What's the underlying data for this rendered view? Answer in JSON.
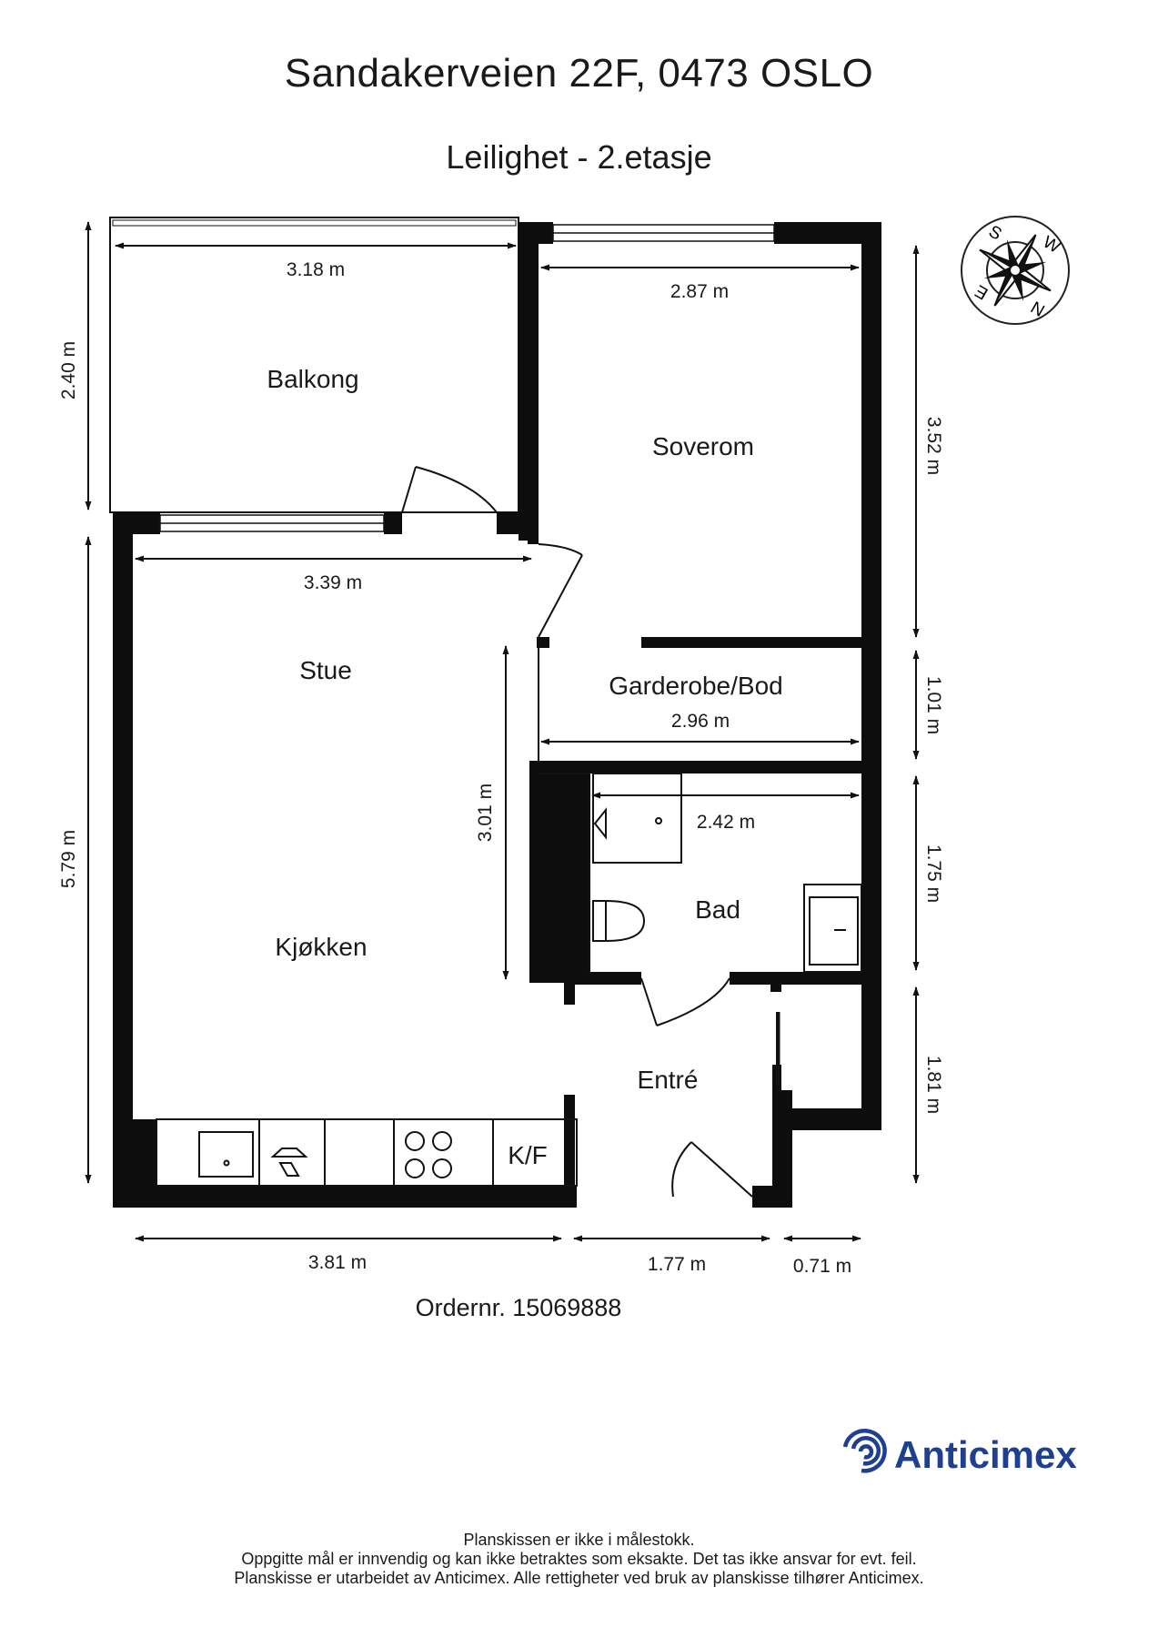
{
  "header": {
    "address": "Sandakerveien 22F, 0473 OSLO",
    "subtitle": "Leilighet - 2.etasje"
  },
  "rooms": {
    "balcony": "Balkong",
    "bedroom": "Soverom",
    "living": "Stue",
    "wardrobe": "Garderobe/Bod",
    "bath": "Bad",
    "kitchen": "Kjøkken",
    "entry": "Entré",
    "fridge": "K/F"
  },
  "dimensions": {
    "balcony_width": "3.18 m",
    "balcony_depth": "2.40 m",
    "bedroom_width": "2.87 m",
    "bedroom_depth": "3.52 m",
    "living_width": "3.39 m",
    "living_depth_total": "5.79 m",
    "kitchen_depth": "3.01 m",
    "wardrobe_width": "2.96 m",
    "wardrobe_depth": "1.01 m",
    "bath_width": "2.42 m",
    "bath_depth": "1.75 m",
    "entry_depth": "1.81 m",
    "bottom_left": "3.81 m",
    "bottom_mid": "1.77 m",
    "bottom_right": "0.71 m"
  },
  "compass": {
    "letters": [
      "S",
      "W",
      "N",
      "E"
    ]
  },
  "order_number": "Ordernr. 15069888",
  "brand": {
    "name": "Anticimex",
    "color": "#1f3f93"
  },
  "footer": {
    "line1": "Planskissen er ikke i målestokk.",
    "line2": "Oppgitte mål er innvendig og kan ikke betraktes som eksakte. Det tas ikke ansvar for evt. feil.",
    "line3": "Planskisse er utarbeidet av Anticimex. Alle rettigheter ved bruk av planskisse tilhører Anticimex."
  }
}
